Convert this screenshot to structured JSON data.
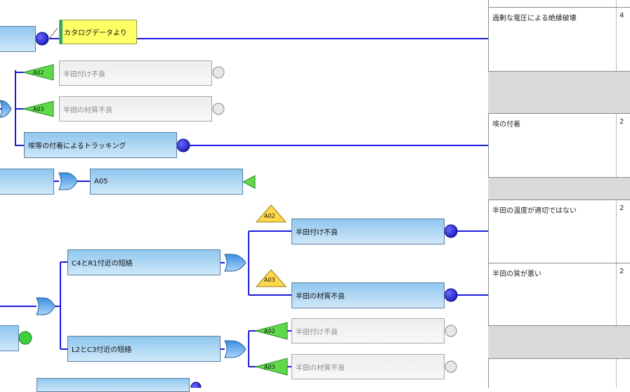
{
  "tree": {
    "note_catalog": "カタログデータより",
    "event_tracking": "埃等の付着によるトラッキング",
    "event_a05": "A05",
    "event_c4r1": "C4とR1付近の短絡",
    "event_l2c3": "L2とC3付近の短絡",
    "event_solder_defect": "半田付け不良",
    "event_solder_material": "半田の材質不良",
    "undev_solder_defect_1": "半田付け不良",
    "undev_solder_material_1": "半田の材質不良",
    "undev_solder_defect_2": "半田付け不良",
    "undev_solder_material_2": "半田の材質不良",
    "tag_a02": "A02",
    "tag_a03": "A03"
  },
  "panel": {
    "rows": [
      {
        "cause": "過剰な電圧による絶縁破壊",
        "value": "4"
      },
      {
        "cause": "埃の付着",
        "value": "2"
      },
      {
        "cause": "半田の温度が適切ではない",
        "value": "2"
      },
      {
        "cause": "半田の質が悪い",
        "value": "2"
      }
    ]
  },
  "colors": {
    "connector": "#1a1adf",
    "event_fill_top": "#8fc6ee",
    "event_fill_bottom": "#cfe8f9",
    "basic_event": "#3a3ae6",
    "house_green": "#5fd84a",
    "house_yellow": "#ffd84a",
    "note_yellow": "#ffff66",
    "panel_shade": "#d9d9d9"
  }
}
